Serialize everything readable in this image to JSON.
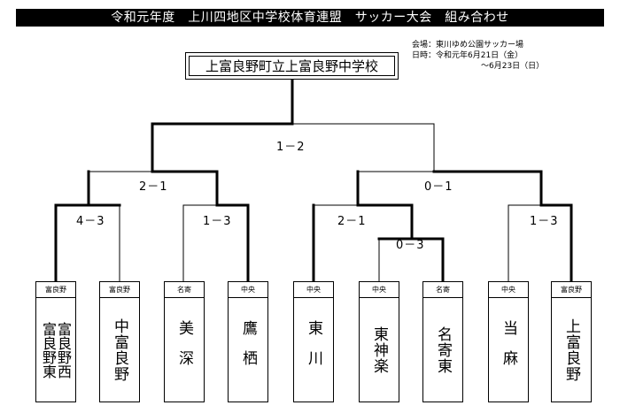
{
  "header": {
    "title": "令和元年度　上川四地区中学校体育連盟　サッカー大会　組み合わせ"
  },
  "info": {
    "venue": "会場：東川ゆめ公園サッカー場",
    "date_line1": "日時：令和元年6月21日（金）",
    "date_line2": "～6月23日（日）"
  },
  "champion": "上富良野町立上富良野中学校",
  "scores": {
    "final": "1－2",
    "semi_left": "2－1",
    "semi_right": "0－1",
    "qf_1": "4－3",
    "qf_2": "1－3",
    "qf_3": "2－1",
    "qf_4": "1－3",
    "r1": "0－3"
  },
  "teams": [
    {
      "region": "富良野",
      "name": "富良野西\n富良野東"
    },
    {
      "region": "富良野",
      "name": "中富良野"
    },
    {
      "region": "名寄",
      "name": "美深"
    },
    {
      "region": "中央",
      "name": "鷹栖"
    },
    {
      "region": "中央",
      "name": "東川"
    },
    {
      "region": "中央",
      "name": "東神楽"
    },
    {
      "region": "名寄",
      "name": "名寄東"
    },
    {
      "region": "中央",
      "name": "当麻"
    },
    {
      "region": "富良野",
      "name": "上富良野"
    }
  ]
}
